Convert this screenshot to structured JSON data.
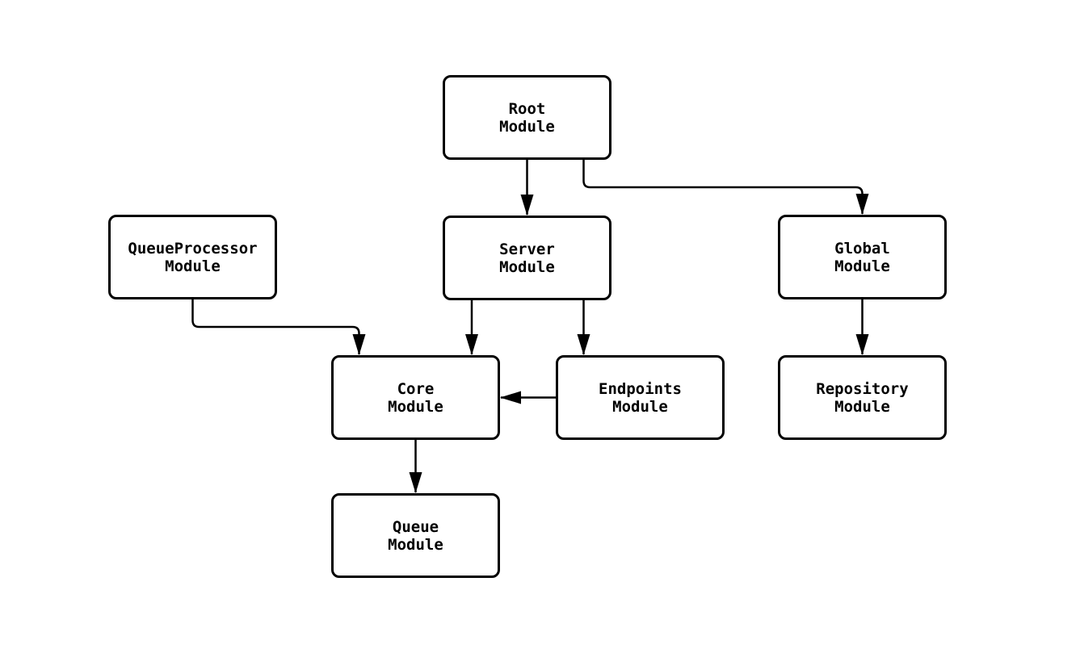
{
  "diagram": {
    "type": "module-dependency-flowchart",
    "background_color": "#ffffff",
    "node_fill_color": "#ffffff",
    "node_border_color": "#000000",
    "text_color": "#000000",
    "edge_color": "#000000",
    "nodes": [
      {
        "id": "root",
        "label": "Root\nModule"
      },
      {
        "id": "queueprocessor",
        "label": "QueueProcessor\nModule"
      },
      {
        "id": "server",
        "label": "Server\nModule"
      },
      {
        "id": "global",
        "label": "Global\nModule"
      },
      {
        "id": "core",
        "label": "Core\nModule"
      },
      {
        "id": "endpoints",
        "label": "Endpoints\nModule"
      },
      {
        "id": "repository",
        "label": "Repository\nModule"
      },
      {
        "id": "queue",
        "label": "Queue\nModule"
      }
    ],
    "edges": [
      {
        "from": "root",
        "to": "server"
      },
      {
        "from": "root",
        "to": "global"
      },
      {
        "from": "queueprocessor",
        "to": "core"
      },
      {
        "from": "server",
        "to": "core"
      },
      {
        "from": "server",
        "to": "endpoints"
      },
      {
        "from": "endpoints",
        "to": "core"
      },
      {
        "from": "global",
        "to": "repository"
      },
      {
        "from": "core",
        "to": "queue"
      }
    ]
  }
}
